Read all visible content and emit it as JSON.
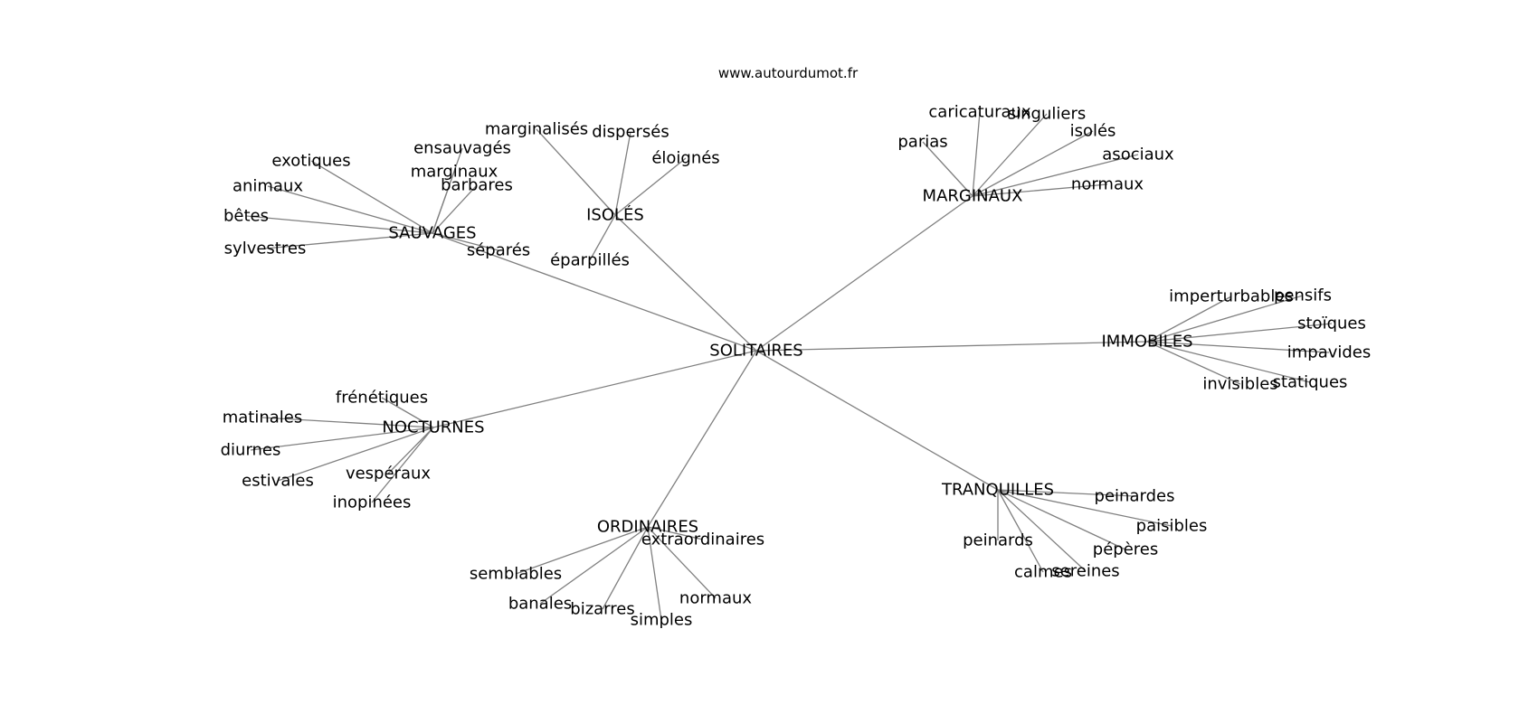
{
  "site": "www.autourdumot.fr",
  "center": "SOLITAIRES",
  "clusters": [
    {
      "name": "SAUVAGES",
      "words": [
        "exotiques",
        "animaux",
        "bêtes",
        "sylvestres",
        "ensauvagés",
        "marginaux",
        "barbares",
        "séparés"
      ]
    },
    {
      "name": "ISOLÉS",
      "words": [
        "marginalisés",
        "dispersés",
        "éloignés",
        "éparpillés"
      ]
    },
    {
      "name": "MARGINAUX",
      "words": [
        "caricaturaux",
        "singuliers",
        "parias",
        "isolés",
        "asociaux",
        "normaux"
      ]
    },
    {
      "name": "IMMOBILES",
      "words": [
        "imperturbables",
        "pensifs",
        "stoïques",
        "impavides",
        "statiques",
        "invisibles"
      ]
    },
    {
      "name": "TRANQUILLES",
      "words": [
        "peinardes",
        "paisibles",
        "peinards",
        "pépères",
        "calmes",
        "sereines"
      ]
    },
    {
      "name": "ORDINAIRES",
      "words": [
        "extraordinaires",
        "semblables",
        "banales",
        "bizarres",
        "simples",
        "normaux"
      ]
    },
    {
      "name": "NOCTURNES",
      "words": [
        "frénétiques",
        "matinales",
        "diurnes",
        "estivales",
        "vespéraux",
        "inopinées"
      ]
    }
  ],
  "colors": {
    "edge": "#808080",
    "text": "#000000",
    "background": "#ffffff"
  }
}
